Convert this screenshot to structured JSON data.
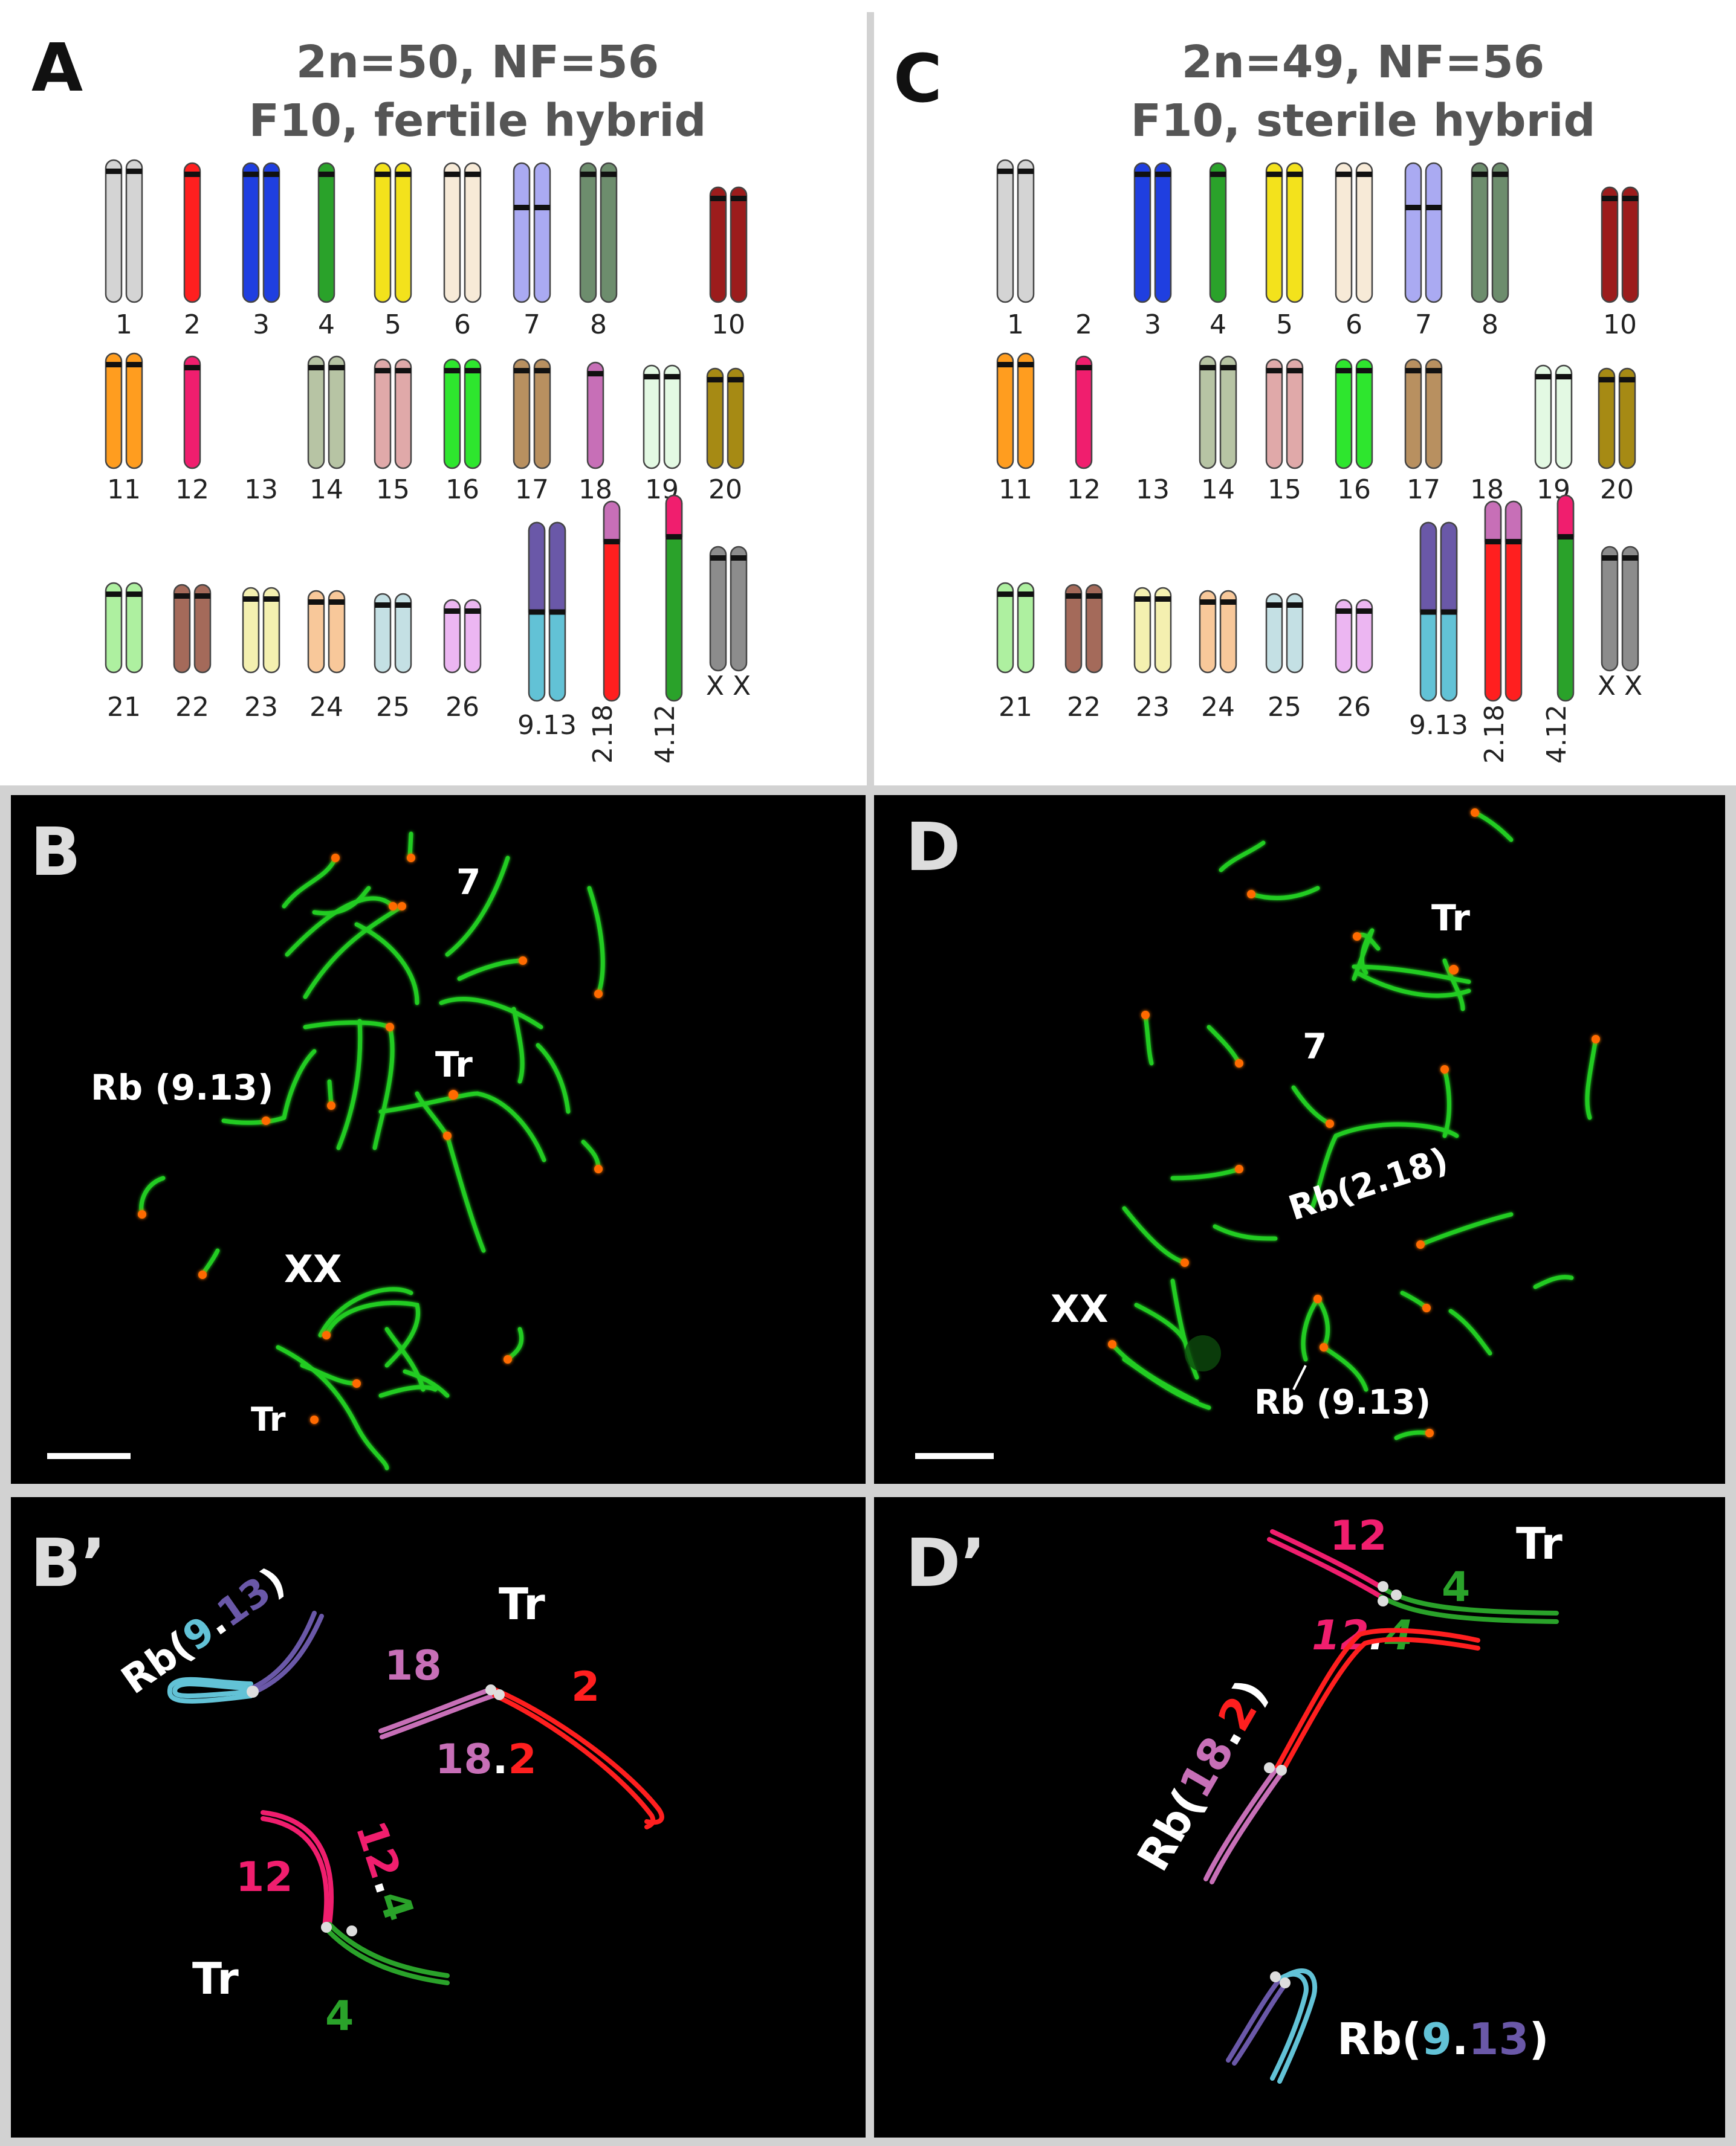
{
  "panels": {
    "A": {
      "letter": "A",
      "title1": "2n=50, NF=56",
      "title2": "F10, fertile hybrid",
      "row1": [
        {
          "label": "1",
          "color": "#d4d4d4",
          "n": 2
        },
        {
          "label": "2",
          "color": "#ff1f1f",
          "n": 1
        },
        {
          "label": "3",
          "color": "#1f3fe0",
          "n": 2
        },
        {
          "label": "4",
          "color": "#2aa22a",
          "n": 1
        },
        {
          "label": "5",
          "color": "#f3e21c",
          "n": 2
        },
        {
          "label": "6",
          "color": "#f7ead7",
          "n": 2
        },
        {
          "label": "7",
          "color": "#aaaaf2",
          "n": 2
        },
        {
          "label": "8",
          "color": "#6d8d6d",
          "n": 2
        },
        {
          "label": "10",
          "color": "#9c1c1c",
          "n": 2
        }
      ],
      "row2": [
        {
          "label": "11",
          "color": "#ff9d1f",
          "n": 2
        },
        {
          "label": "12",
          "color": "#f01e6e",
          "n": 1
        },
        {
          "label": "13",
          "color": "#ffffff",
          "n": 0
        },
        {
          "label": "14",
          "color": "#b7c4a4",
          "n": 2
        },
        {
          "label": "15",
          "color": "#e0a9a9",
          "n": 2
        },
        {
          "label": "16",
          "color": "#2ee62e",
          "n": 2
        },
        {
          "label": "17",
          "color": "#b89060",
          "n": 2
        },
        {
          "label": "18",
          "color": "#c76fb7",
          "n": 1
        },
        {
          "label": "19",
          "color": "#e3f9e3",
          "n": 2
        },
        {
          "label": "20",
          "color": "#a68a14",
          "n": 2
        }
      ],
      "row3": [
        {
          "label": "21",
          "color": "#aef0a0",
          "n": 2
        },
        {
          "label": "22",
          "color": "#a46a5a",
          "n": 2
        },
        {
          "label": "23",
          "color": "#f4f0b0",
          "n": 2
        },
        {
          "label": "24",
          "color": "#f8c89a",
          "n": 2
        },
        {
          "label": "25",
          "color": "#c4e0e4",
          "n": 2
        },
        {
          "label": "26",
          "color": "#ecb6f2",
          "n": 2
        }
      ],
      "fusions": [
        {
          "label": "9.13",
          "top": "#6a58a8",
          "bottom": "#62c2d6",
          "n": 2
        },
        {
          "label": "2.18",
          "top": "#c76fb7",
          "bottom": "#ff1f1f",
          "n": 1
        },
        {
          "label": "4.12",
          "top": "#f01e6e",
          "bottom": "#2aa22a",
          "n": 1
        }
      ],
      "x_color": "#8c8c8c",
      "x_label": "X X"
    },
    "C": {
      "letter": "C",
      "title1": "2n=49, NF=56",
      "title2": "F10, sterile hybrid",
      "row1": [
        {
          "label": "1",
          "color": "#d4d4d4",
          "n": 2
        },
        {
          "label": "2",
          "color": "#ff1f1f",
          "n": 0
        },
        {
          "label": "3",
          "color": "#1f3fe0",
          "n": 2
        },
        {
          "label": "4",
          "color": "#2aa22a",
          "n": 1
        },
        {
          "label": "5",
          "color": "#f3e21c",
          "n": 2
        },
        {
          "label": "6",
          "color": "#f7ead7",
          "n": 2
        },
        {
          "label": "7",
          "color": "#aaaaf2",
          "n": 2
        },
        {
          "label": "8",
          "color": "#6d8d6d",
          "n": 2
        },
        {
          "label": "10",
          "color": "#9c1c1c",
          "n": 2
        }
      ],
      "row2": [
        {
          "label": "11",
          "color": "#ff9d1f",
          "n": 2
        },
        {
          "label": "12",
          "color": "#f01e6e",
          "n": 1
        },
        {
          "label": "13",
          "color": "#ffffff",
          "n": 0
        },
        {
          "label": "14",
          "color": "#b7c4a4",
          "n": 2
        },
        {
          "label": "15",
          "color": "#e0a9a9",
          "n": 2
        },
        {
          "label": "16",
          "color": "#2ee62e",
          "n": 2
        },
        {
          "label": "17",
          "color": "#b89060",
          "n": 2
        },
        {
          "label": "18",
          "color": "#c76fb7",
          "n": 0
        },
        {
          "label": "19",
          "color": "#e3f9e3",
          "n": 2
        },
        {
          "label": "20",
          "color": "#a68a14",
          "n": 2
        }
      ],
      "row3": [
        {
          "label": "21",
          "color": "#aef0a0",
          "n": 2
        },
        {
          "label": "22",
          "color": "#a46a5a",
          "n": 2
        },
        {
          "label": "23",
          "color": "#f4f0b0",
          "n": 2
        },
        {
          "label": "24",
          "color": "#f8c89a",
          "n": 2
        },
        {
          "label": "25",
          "color": "#c4e0e4",
          "n": 2
        },
        {
          "label": "26",
          "color": "#ecb6f2",
          "n": 2
        }
      ],
      "fusions": [
        {
          "label": "9.13",
          "top": "#6a58a8",
          "bottom": "#62c2d6",
          "n": 2
        },
        {
          "label": "2.18",
          "top": "#c76fb7",
          "bottom": "#ff1f1f",
          "n": 2
        },
        {
          "label": "4.12",
          "top": "#f01e6e",
          "bottom": "#2aa22a",
          "n": 1
        }
      ],
      "x_color": "#8c8c8c",
      "x_label": "X X"
    },
    "B": {
      "letter": "B",
      "label_7": "7",
      "label_rb": "Rb (9.13)",
      "label_tr1": "Tr",
      "label_xx": "XX",
      "label_tr2": "Tr"
    },
    "D": {
      "letter": "D",
      "label_tr": "Tr",
      "label_7": "7",
      "label_rb218": "Rb(2.18)",
      "label_xx": "XX",
      "label_rb913": "Rb (9.13)"
    },
    "Bp": {
      "letter": "B’",
      "rb_prefix": "Rb(",
      "rb_a": "9",
      "rb_dot": ".",
      "rb_b": "13",
      "rb_suffix": ")",
      "tr_top": "Tr",
      "l18": "18",
      "l2": "2",
      "l18_2_a": "18",
      "l18_2_dot": ".",
      "l18_2_b": "2",
      "l12": "12",
      "l12_4_a": "12",
      "l12_4_dot": ".",
      "l12_4_b": "4",
      "tr_bottom": "Tr",
      "l4": "4"
    },
    "Dp": {
      "letter": "D’",
      "l12": "12",
      "tr": "Tr",
      "l4": "4",
      "l12_4_a": "12",
      "l12_4_dot": ".",
      "l12_4_b": "4",
      "rb1_prefix": "Rb(",
      "rb1_a": "18",
      "rb1_dot": ".",
      "rb1_b": "2",
      "rb1_suffix": ")",
      "rb2_prefix": "Rb(",
      "rb2_a": "9",
      "rb2_dot": ".",
      "rb2_b": "13",
      "rb2_suffix": ")"
    }
  },
  "colors": {
    "chr2": "#ff1f1f",
    "chr4": "#2aa22a",
    "chr9": "#62c2d6",
    "chr12": "#f01e6e",
    "chr13": "#6a58a8",
    "chr18": "#c76fb7",
    "fish_green": "#22cc22",
    "telomere": "#ff6a00"
  }
}
